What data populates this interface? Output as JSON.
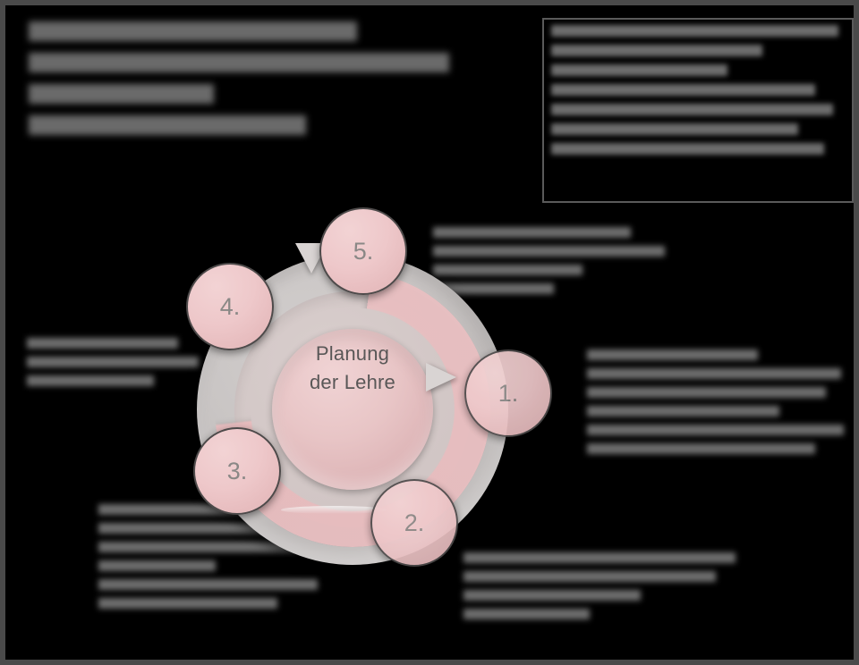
{
  "slide": {
    "background_color": "#000000",
    "border_color": "#4a4a4a",
    "accent_rose": "#e8c5c6",
    "accent_grey": "#c6c2c1",
    "text_color": "#595757"
  },
  "title": {
    "redacted": true,
    "line_count": 4,
    "note": "Titelzeilen im Screenshot unkenntlich gemacht (weichgezeichnet)"
  },
  "panel_top_right": {
    "redacted": true,
    "line_count": 7,
    "border_color": "#5a5a5a"
  },
  "diagram": {
    "type": "cycle",
    "center_label_line1": "Planung",
    "center_label_line2": "der Lehre",
    "steps": [
      {
        "number": "1.",
        "position": "right",
        "note_redacted": true,
        "note_lines": 6
      },
      {
        "number": "2.",
        "position": "bottom",
        "note_redacted": true,
        "note_lines": 4
      },
      {
        "number": "3.",
        "position": "bottom-left",
        "note_redacted": true,
        "note_lines": 6
      },
      {
        "number": "4.",
        "position": "top-left",
        "note_redacted": true,
        "note_lines": 3
      },
      {
        "number": "5.",
        "position": "top",
        "note_redacted": true,
        "note_lines": 4
      }
    ]
  },
  "notes": {
    "note_5": {
      "lines": 4
    },
    "note_1": {
      "lines": 6
    },
    "note_2": {
      "lines": 4
    },
    "note_3": {
      "lines": 6
    },
    "note_4": {
      "lines": 3
    }
  },
  "bubbles": {
    "b1": "1.",
    "b2": "2.",
    "b3": "3.",
    "b4": "4.",
    "b5": "5."
  }
}
